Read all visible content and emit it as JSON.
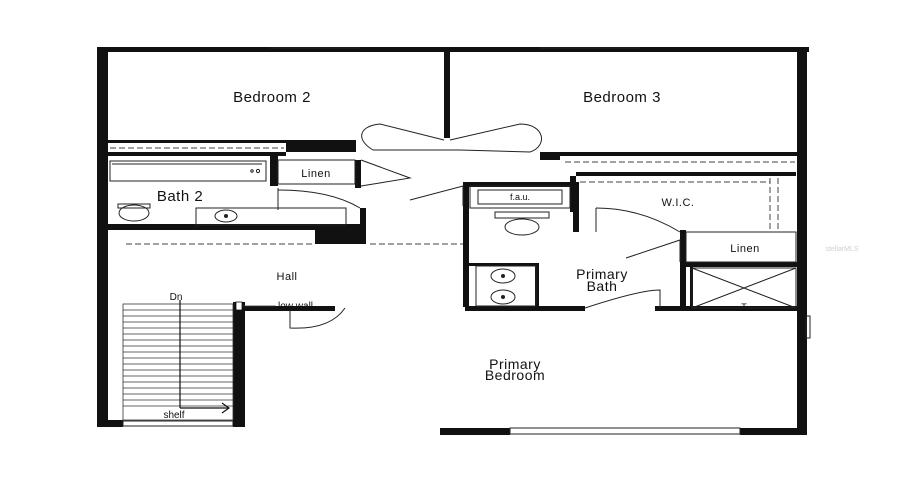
{
  "rooms": {
    "bedroom2": "Bedroom 2",
    "bedroom3": "Bedroom 3",
    "bath2": "Bath 2",
    "linen_upper": "Linen",
    "fau": "f.a.u.",
    "wic": "W.I.C.",
    "linen_lower": "Linen",
    "primary_bath_1": "Primary",
    "primary_bath_2": "Bath",
    "hall": "Hall",
    "primary_bedroom_1": "Primary",
    "primary_bedroom_2": "Bedroom"
  },
  "annotations": {
    "stair_down": "Dn",
    "low_wall": "low wall",
    "shelf": "shelf",
    "shower_mark": "T"
  },
  "watermark": "stellarMLS",
  "colors": {
    "wall": "#111111",
    "line": "#222222",
    "background": "#ffffff"
  }
}
